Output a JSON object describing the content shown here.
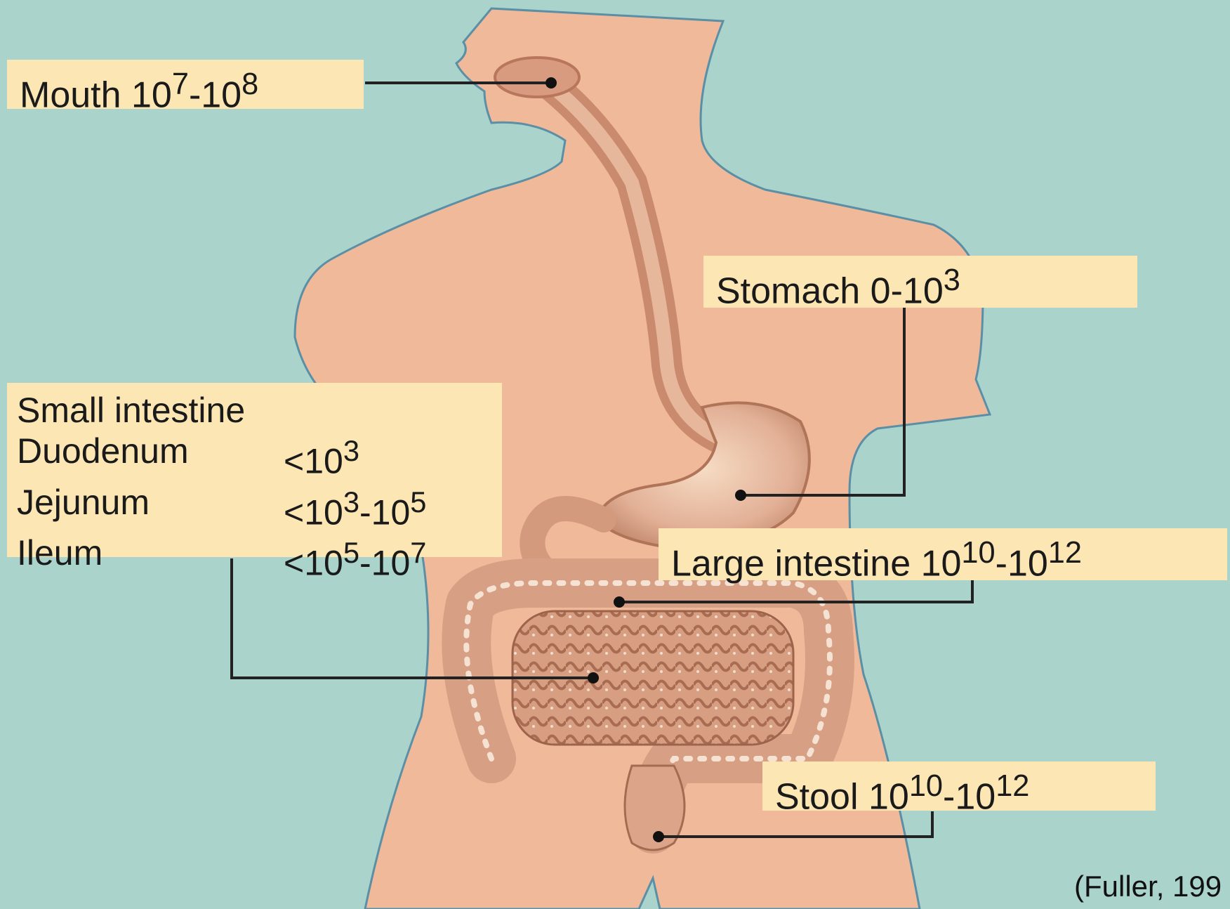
{
  "labels": {
    "mouth": {
      "name": "Mouth",
      "b1": "10",
      "e1": "7",
      "sep": "-",
      "b2": "10",
      "e2": "8"
    },
    "stomach": {
      "name": "Stomach",
      "lo": "0-",
      "b": "10",
      "e": "3"
    },
    "small_intestine": {
      "title": "Small intestine",
      "rows": [
        {
          "name": "Duodenum",
          "p1": "<",
          "b1": "10",
          "e1": "3",
          "sep": "",
          "b2": "",
          "e2": ""
        },
        {
          "name": "Jejunum",
          "p1": "<",
          "b1": "10",
          "e1": "3",
          "sep": "-",
          "b2": "10",
          "e2": "5"
        },
        {
          "name": "Ileum",
          "p1": "<",
          "b1": "10",
          "e1": "5",
          "sep": "-",
          "b2": "10",
          "e2": "7"
        }
      ]
    },
    "large_intestine": {
      "name": "Large intestine",
      "b1": "10",
      "e1": "10",
      "sep": "-",
      "b2": "10",
      "e2": "12"
    },
    "stool": {
      "name": "Stool",
      "b1": "10",
      "e1": "10",
      "sep": "-",
      "b2": "10",
      "e2": "12"
    }
  },
  "credit": "(Fuller, 199",
  "colors": {
    "background": "#a9d3cb",
    "skin": "#f0b99a",
    "label_bg": "#fce6b4",
    "gut": "#c98a6e",
    "leader": "#222222"
  }
}
